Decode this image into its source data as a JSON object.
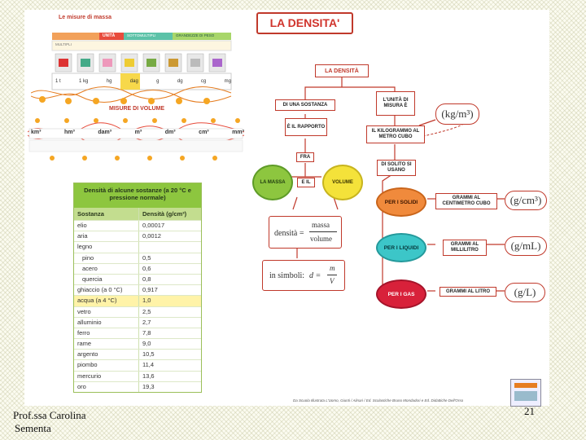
{
  "slide": {
    "map_title": "LA DENSITA'",
    "density_node": "LA DENSITÀ",
    "di_una_sostanza": "DI UNA SOSTANZA",
    "e_il_rapporto": "È IL RAPPORTO",
    "fra": "FRA",
    "la_massa": "LA MASSA",
    "e_il": "E IL",
    "volume": "VOLUME",
    "unita_di_misura": "L'UNITÀ DI MISURA È",
    "kg_m3": "(kg/m³)",
    "il_kilogrammo": "IL KILOGRAMMO AL METRO CUBO",
    "di_solito": "DI SOLITO SI USANO",
    "solidi": "PER I SOLIDI",
    "liquidi": "PER I LIQUIDI",
    "gas": "PER I GAS",
    "grammi_cm3": "GRAMMI AL CENTIMETRO CUBO",
    "grammi_ml": "GRAMMI AL MILLILITRO",
    "grammi_l": "GRAMMI AL LITRO",
    "unit_gcm3": "(g/cm³)",
    "unit_gml": "(g/mL)",
    "unit_gl": "(g/L)",
    "formula_label": "densità =",
    "formula_num": "massa",
    "formula_den": "volume",
    "symbols_label": "in simboli:",
    "symbols_d": "d =",
    "symbols_m": "m",
    "symbols_v": "V",
    "credit": "Da Scuola Illustrata L'Uomo, Giunti / Alinari / Ed. Scolastiche Bruno Mondadori e Ed. Didattiche Dell'Orso"
  },
  "mass_panel": {
    "title": "Le misure di massa",
    "headers": [
      "MULTIPLI",
      "UNITÀ",
      "SOTTOMULTIPLI",
      "GRANDEZZE DI PESO"
    ],
    "values": [
      "1 t",
      "1 kg",
      "hg",
      "dag",
      "g",
      "dg",
      "cg",
      "mg"
    ]
  },
  "volume_panel": {
    "title": "MISURE DI VOLUME",
    "units": [
      "km³",
      "hm³",
      "dam³",
      "m³",
      "dm³",
      "cm³",
      "mm³"
    ]
  },
  "density_table": {
    "title": "Densità di alcune sostanze (a 20 °C e pressione normale)",
    "col1": "Sostanza",
    "col2": "Densità (g/cm³)",
    "rows": [
      {
        "name": "elio",
        "value": "0,00017",
        "indent": false,
        "hl": false
      },
      {
        "name": "aria",
        "value": "0,0012",
        "indent": false,
        "hl": false
      },
      {
        "name": "legno",
        "value": "",
        "indent": false,
        "hl": false
      },
      {
        "name": "pino",
        "value": "0,5",
        "indent": true,
        "hl": false
      },
      {
        "name": "acero",
        "value": "0,6",
        "indent": true,
        "hl": false
      },
      {
        "name": "quercia",
        "value": "0,8",
        "indent": true,
        "hl": false
      },
      {
        "name": "ghiaccio (a 0 °C)",
        "value": "0,917",
        "indent": false,
        "hl": false
      },
      {
        "name": "acqua (a 4 °C)",
        "value": "1,0",
        "indent": false,
        "hl": true
      },
      {
        "name": "vetro",
        "value": "2,5",
        "indent": false,
        "hl": false
      },
      {
        "name": "alluminio",
        "value": "2,7",
        "indent": false,
        "hl": false
      },
      {
        "name": "ferro",
        "value": "7,8",
        "indent": false,
        "hl": false
      },
      {
        "name": "rame",
        "value": "9,0",
        "indent": false,
        "hl": false
      },
      {
        "name": "argento",
        "value": "10,5",
        "indent": false,
        "hl": false
      },
      {
        "name": "piombo",
        "value": "11,4",
        "indent": false,
        "hl": false
      },
      {
        "name": "mercurio",
        "value": "13,6",
        "indent": false,
        "hl": false
      },
      {
        "name": "oro",
        "value": "19,3",
        "indent": false,
        "hl": false
      }
    ]
  },
  "footer": {
    "author_line1": "Prof.ssa Carolina",
    "author_line2": "Sementa",
    "page_number": "21"
  },
  "colors": {
    "accent_red": "#c0392b",
    "green": "#8dc63f",
    "yellow": "#f4e23a",
    "orange": "#f08a3c",
    "teal": "#3cc6c8",
    "crimson": "#d8213a"
  }
}
